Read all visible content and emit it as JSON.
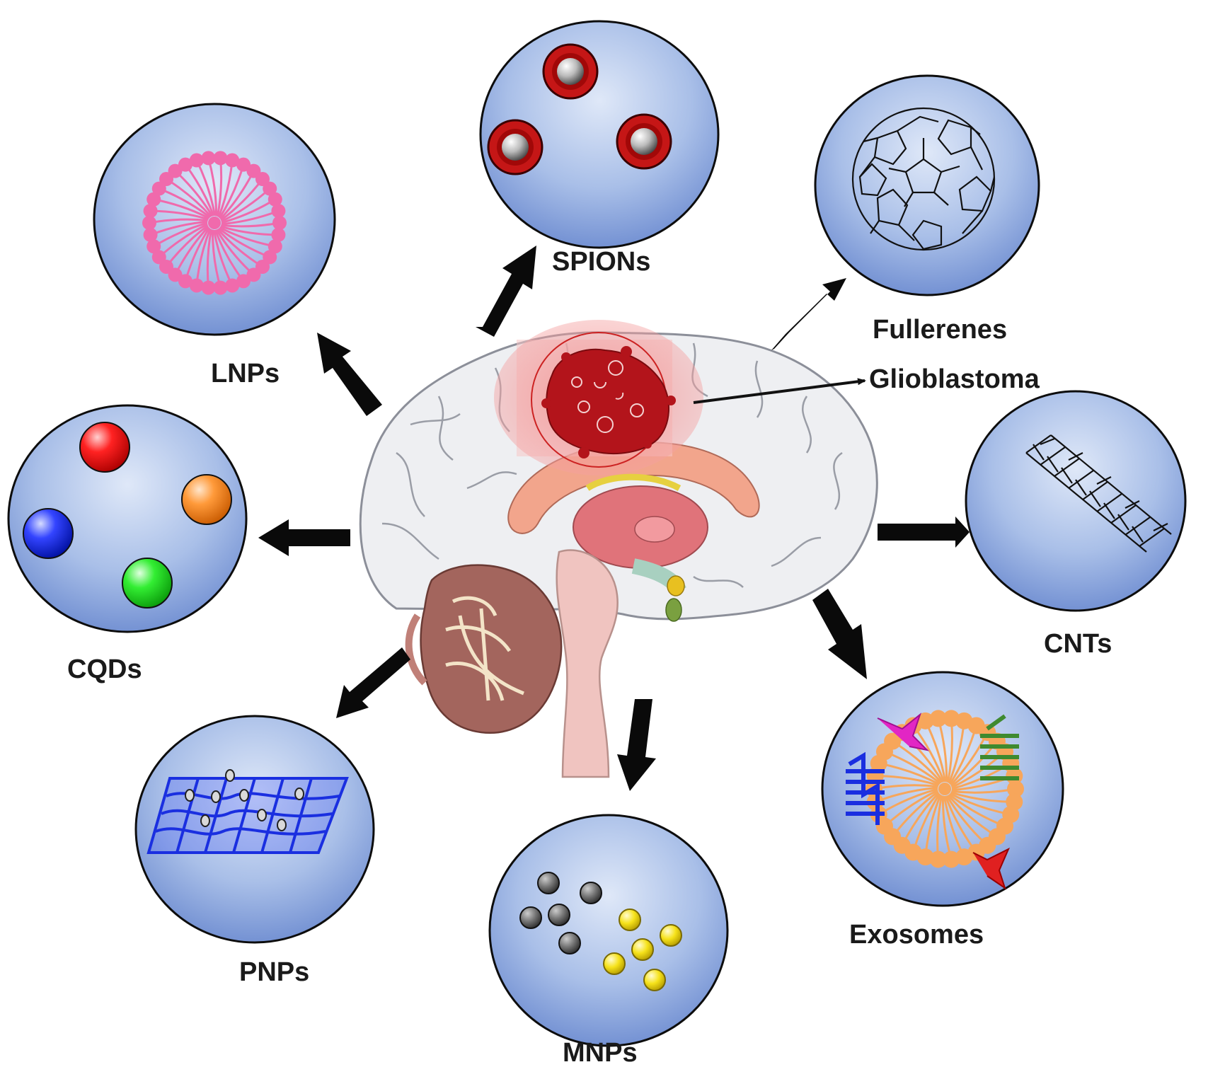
{
  "diagram": {
    "center": "Glioblastoma",
    "nanocarriers": [
      {
        "id": "spions",
        "label": "SPIONs"
      },
      {
        "id": "fullerenes",
        "label": "Fullerenes"
      },
      {
        "id": "cnts",
        "label": "CNTs"
      },
      {
        "id": "exosomes",
        "label": "Exosomes"
      },
      {
        "id": "mnps",
        "label": "MNPs"
      },
      {
        "id": "pnps",
        "label": "PNPs"
      },
      {
        "id": "cqds",
        "label": "CQDs"
      },
      {
        "id": "lnps",
        "label": "LNPs"
      }
    ]
  },
  "colors": {
    "bubble_inner": "#d6e2f6",
    "bubble_outer": "#6f8fd2",
    "tumor": "#b3141b",
    "lipid_pink": "#f06aac",
    "exosome_orange": "#f7a65b",
    "pnp_blue": "#1a2fe0"
  }
}
